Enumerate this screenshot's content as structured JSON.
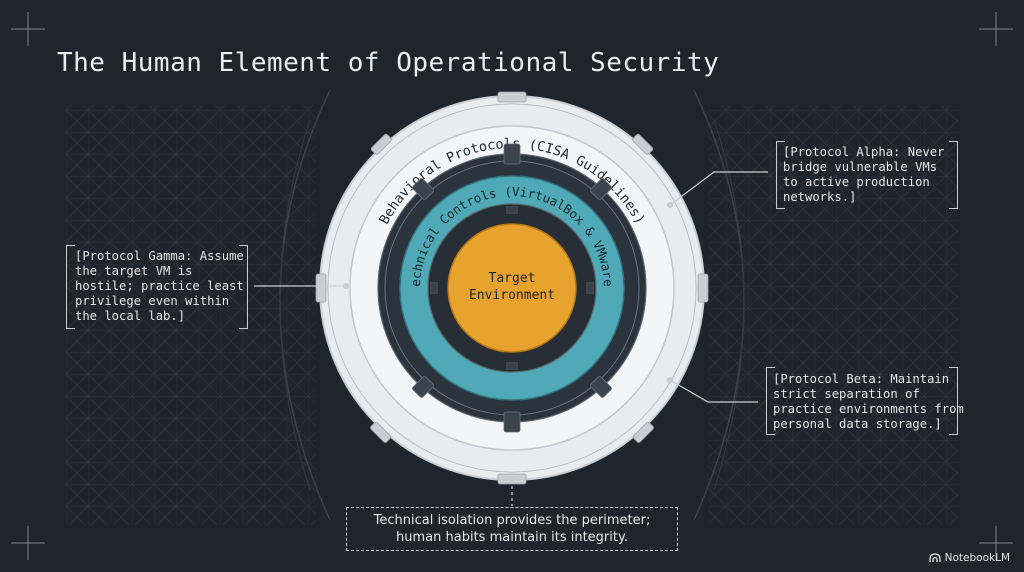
{
  "title": "The Human Element of Operational Security",
  "rings": {
    "outer_label": "Behavioral Protocols (CISA Guidelines)",
    "middle_label": "Technical Controls (VirtualBox & VMware)",
    "core_label": "Target\nEnvironment"
  },
  "protocols": {
    "alpha": "[Protocol Alpha: Never\nbridge vulnerable VMs\nto active production\nnetworks.]",
    "beta": "[Protocol Beta: Maintain\nstrict separation of\npractice environments from\npersonal data storage.]",
    "gamma": "[Protocol Gamma: Assume\nthe target VM is\nhostile; practice least\nprivilege even within\nthe local lab.]"
  },
  "footer": "Technical isolation provides the perimeter;\nhuman habits maintain its integrity.",
  "brand": "NotebookLM",
  "colors": {
    "background": "#1e252d",
    "core": "#e8a32e",
    "teal": "#4fa9b6",
    "outer_ring": "#eef0f2"
  }
}
